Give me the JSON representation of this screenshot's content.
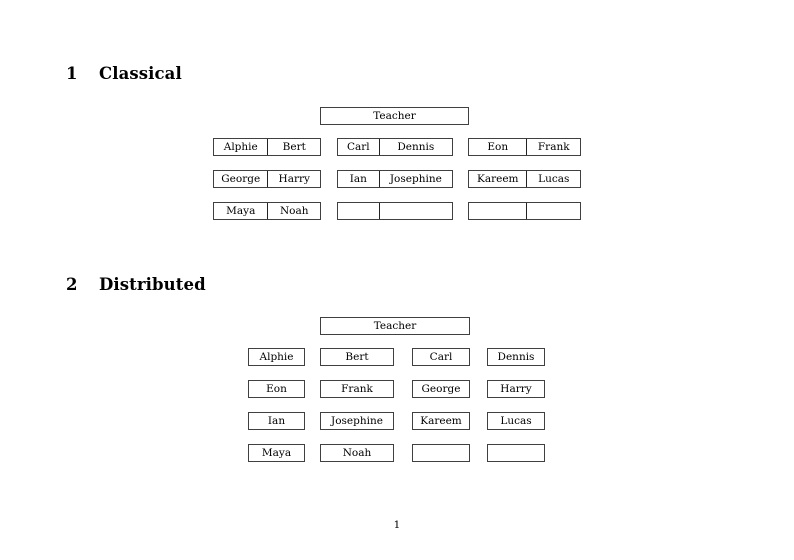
{
  "document": {
    "page_number": "1"
  },
  "sections": [
    {
      "number": "1",
      "title": "Classical",
      "layout": "paired-groups",
      "teacher": {
        "label": "Teacher"
      },
      "groups": [
        {
          "rows": [
            {
              "left": "Alphie",
              "right": "Bert"
            },
            {
              "left": "George",
              "right": "Harry"
            },
            {
              "left": "Maya",
              "right": "Noah"
            }
          ]
        },
        {
          "rows": [
            {
              "left": "Carl",
              "right": "Dennis"
            },
            {
              "left": "Ian",
              "right": "Josephine"
            },
            {
              "left": "",
              "right": ""
            }
          ]
        },
        {
          "rows": [
            {
              "left": "Eon",
              "right": "Frank"
            },
            {
              "left": "Kareem",
              "right": "Lucas"
            },
            {
              "left": "",
              "right": ""
            }
          ]
        }
      ]
    },
    {
      "number": "2",
      "title": "Distributed",
      "layout": "independent-columns",
      "teacher": {
        "label": "Teacher"
      },
      "rows": [
        [
          "Alphie",
          "Bert",
          "Carl",
          "Dennis"
        ],
        [
          "Eon",
          "Frank",
          "George",
          "Harry"
        ],
        [
          "Ian",
          "Josephine",
          "Kareem",
          "Lucas"
        ],
        [
          "Maya",
          "Noah",
          "",
          ""
        ]
      ]
    }
  ]
}
